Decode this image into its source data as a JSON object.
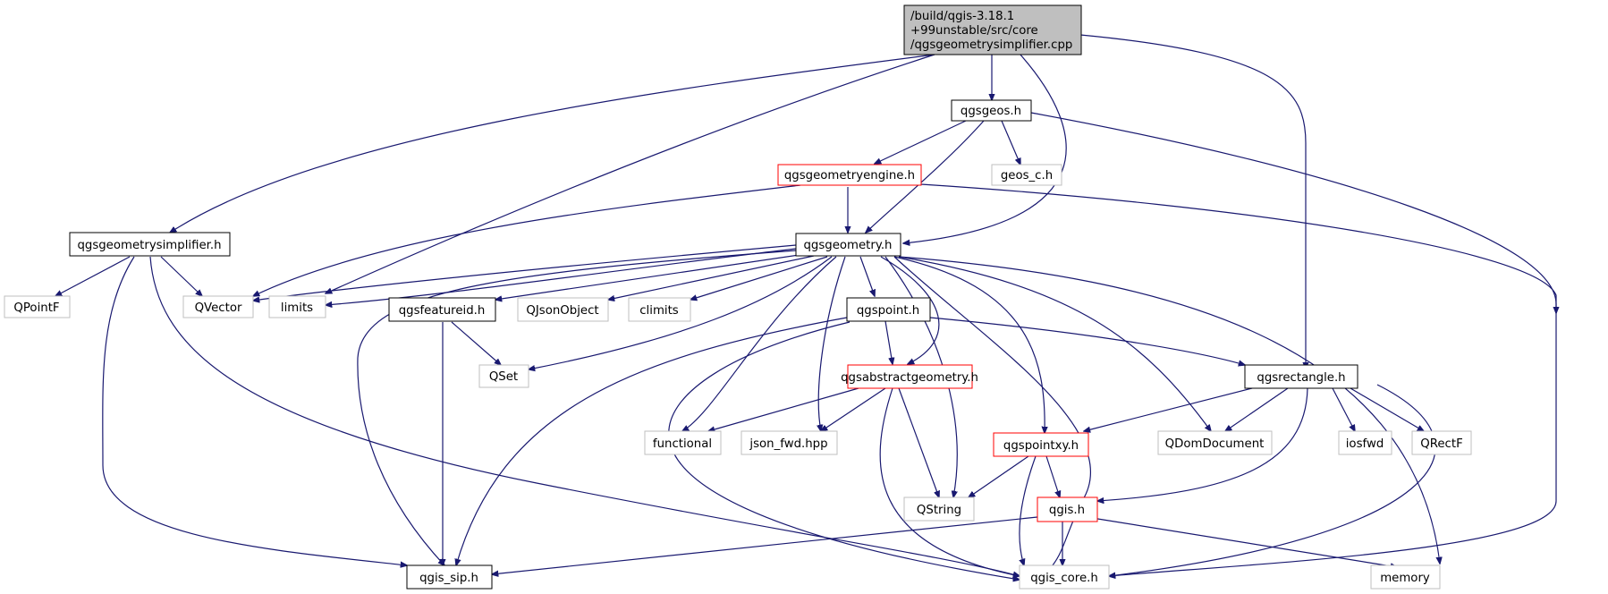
{
  "colors": {
    "edge": "#191970",
    "border_documented": "#000000",
    "border_undocumented": "#bfbfbf",
    "border_truncated": "#ff0000",
    "root_fill": "#bfbfbf"
  },
  "nodes": {
    "root": {
      "lines": [
        "/build/qgis-3.18.1",
        "+99unstable/src/core",
        "/qgsgeometrysimplifier.cpp"
      ],
      "kind": "root"
    },
    "simp": {
      "label": "qgsgeometrysimplifier.h",
      "kind": "documented"
    },
    "geos": {
      "label": "qgsgeos.h",
      "kind": "documented"
    },
    "engine": {
      "label": "qgsgeometryengine.h",
      "kind": "truncated"
    },
    "geosc": {
      "label": "geos_c.h",
      "kind": "external"
    },
    "geom": {
      "label": "qgsgeometry.h",
      "kind": "documented"
    },
    "qpointf": {
      "label": "QPointF",
      "kind": "external"
    },
    "qvector": {
      "label": "QVector",
      "kind": "external"
    },
    "limits": {
      "label": "limits",
      "kind": "external"
    },
    "featid": {
      "label": "qgsfeatureid.h",
      "kind": "documented"
    },
    "qjson": {
      "label": "QJsonObject",
      "kind": "external"
    },
    "climits": {
      "label": "climits",
      "kind": "external"
    },
    "qgspoint": {
      "label": "qgspoint.h",
      "kind": "documented"
    },
    "qset": {
      "label": "QSet",
      "kind": "external"
    },
    "absgeom": {
      "label": "qgsabstractgeometry.h",
      "kind": "truncated"
    },
    "rect": {
      "label": "qgsrectangle.h",
      "kind": "documented"
    },
    "func": {
      "label": "functional",
      "kind": "external"
    },
    "jsonfwd": {
      "label": "json_fwd.hpp",
      "kind": "external"
    },
    "pointxy": {
      "label": "qgspointxy.h",
      "kind": "truncated"
    },
    "qdom": {
      "label": "QDomDocument",
      "kind": "external"
    },
    "iosfwd": {
      "label": "iosfwd",
      "kind": "external"
    },
    "qrectf": {
      "label": "QRectF",
      "kind": "external"
    },
    "qstring": {
      "label": "QString",
      "kind": "external"
    },
    "qgis": {
      "label": "qgis.h",
      "kind": "truncated"
    },
    "sip": {
      "label": "qgis_sip.h",
      "kind": "documented"
    },
    "core": {
      "label": "qgis_core.h",
      "kind": "external"
    },
    "memory": {
      "label": "memory",
      "kind": "external"
    }
  }
}
